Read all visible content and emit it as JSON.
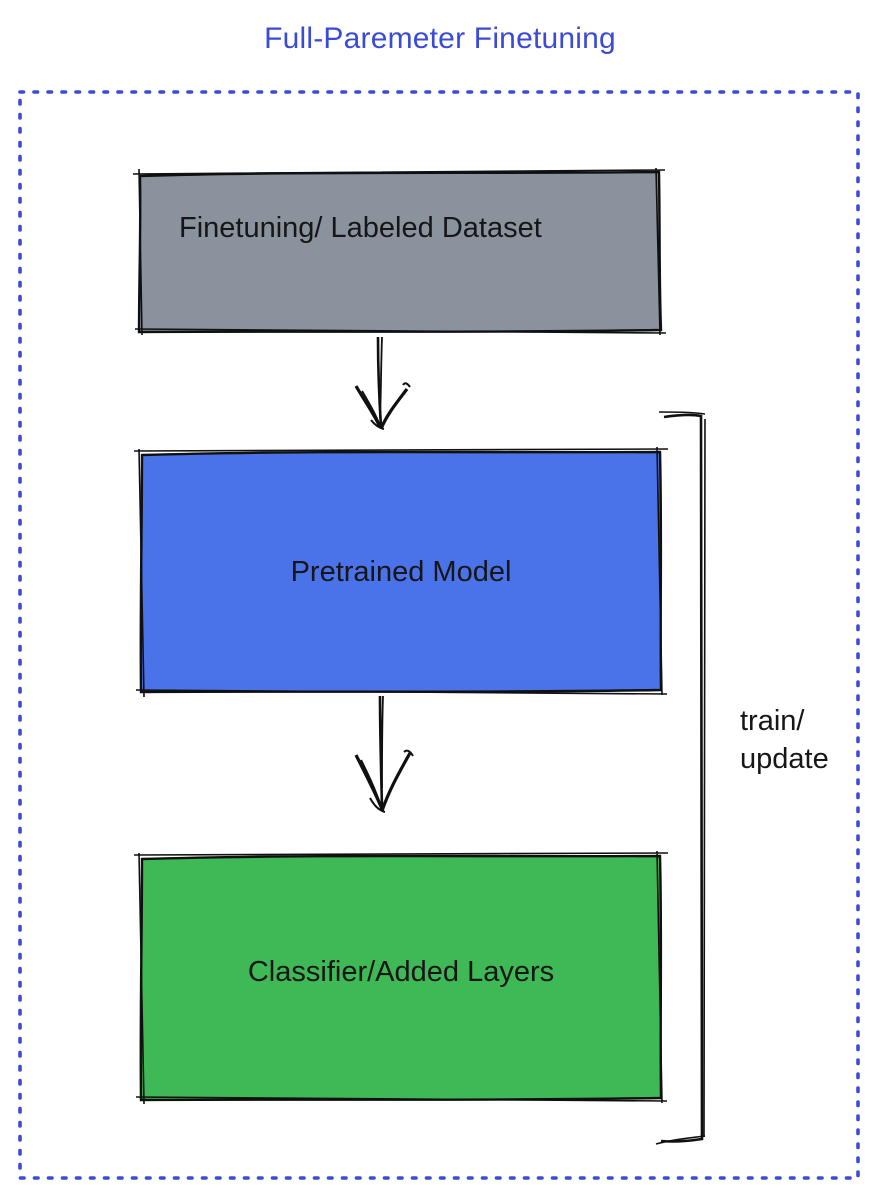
{
  "title": "Full-Paremeter Finetuning",
  "colors": {
    "title_text": "#3b4bd8",
    "dotted_border": "#3b4bd8",
    "sketch_stroke": "#101010",
    "label_text": "#161616"
  },
  "diagram": {
    "nodes": [
      {
        "id": "dataset",
        "label": "Finetuning/ Labeled Dataset",
        "fill": "#8a929e"
      },
      {
        "id": "pretrained",
        "label": "Pretrained Model",
        "fill": "#4a72e9"
      },
      {
        "id": "classifier",
        "label": "Classifier/Added Layers",
        "fill": "#3eb956"
      }
    ],
    "edges": [
      {
        "from": "dataset",
        "to": "pretrained",
        "style": "sketch-arrow-down"
      },
      {
        "from": "pretrained",
        "to": "classifier",
        "style": "sketch-arrow-down"
      }
    ],
    "bracket": {
      "label_line1": "train/",
      "label_line2": "update",
      "spans": "pretrained-and-classifier"
    }
  }
}
